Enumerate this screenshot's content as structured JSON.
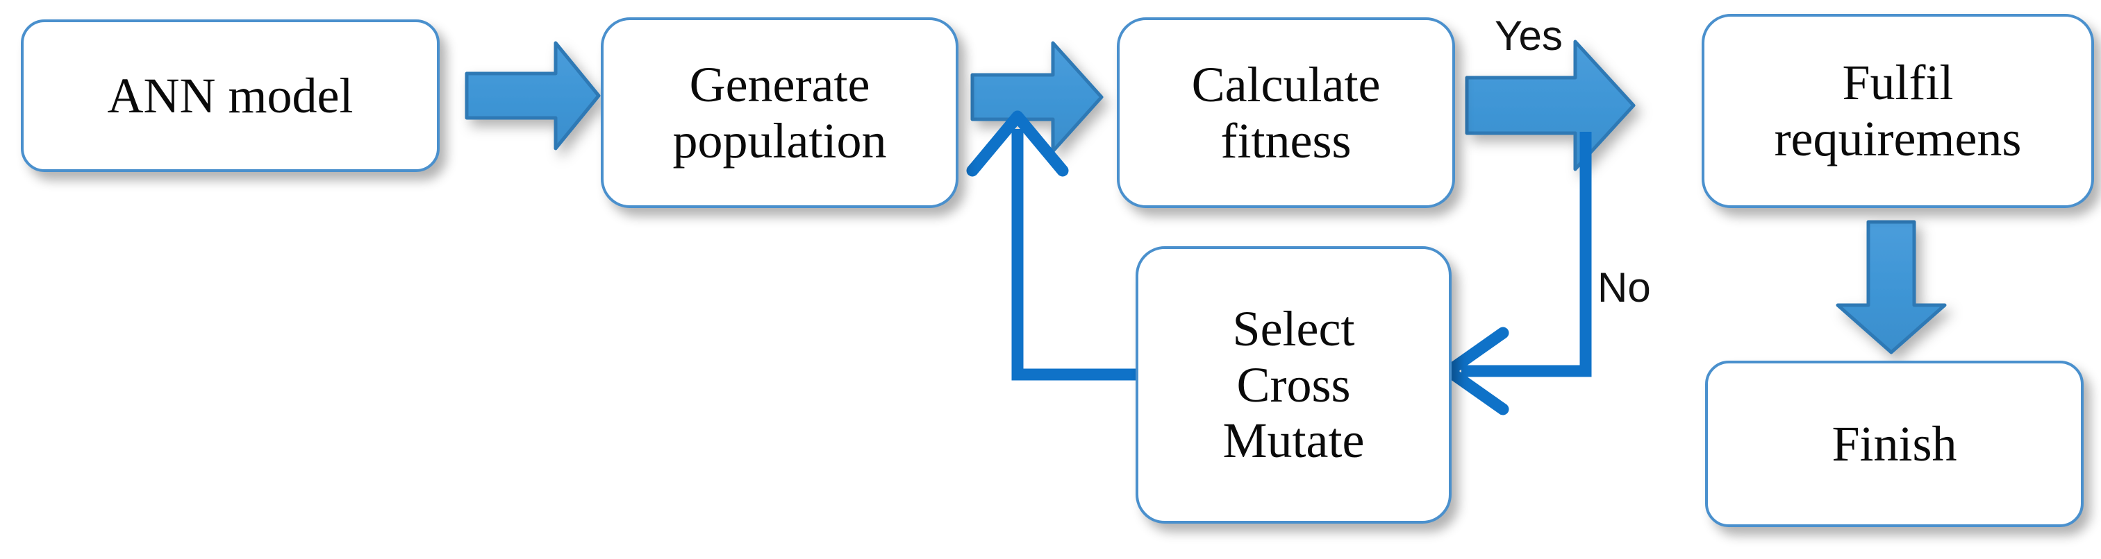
{
  "diagram": {
    "type": "flowchart",
    "title": "ANN model with genetic algorithm optimisation loop",
    "background_color": "#FFFFFF",
    "colors": {
      "node_border": "#4A90CD",
      "node_fill": "#FFFFFF",
      "block_arrow_fill": "#3E95D5",
      "block_arrow_stroke": "#2E79B5",
      "connector_line": "#0F72C8",
      "text": "#0A0A0A"
    }
  },
  "nodes": [
    {
      "id": "ann-model",
      "label": "ANN model",
      "shape": "rounded-rectangle"
    },
    {
      "id": "generate-population",
      "label": "Generate\npopulation",
      "shape": "rounded-rectangle"
    },
    {
      "id": "calculate-fitness",
      "label": "Calculate\nfitness",
      "shape": "rounded-rectangle"
    },
    {
      "id": "fulfil-requirements",
      "label": "Fulfil\nrequiremens",
      "shape": "rounded-rectangle"
    },
    {
      "id": "select-cross-mutate",
      "label": "Select\nCross\nMutate",
      "shape": "rounded-rectangle"
    },
    {
      "id": "finish",
      "label": "Finish",
      "shape": "rounded-rectangle"
    }
  ],
  "branch_labels": {
    "yes": "Yes",
    "no": "No"
  },
  "edges": [
    {
      "id": "ann-to-generate",
      "from": "ann-model",
      "to": "generate-population",
      "style": "block-arrow",
      "direction": "right",
      "label": ""
    },
    {
      "id": "generate-to-calculate",
      "from": "generate-population",
      "to": "calculate-fitness",
      "style": "block-arrow",
      "direction": "right",
      "label": ""
    },
    {
      "id": "calculate-to-fulfil",
      "from": "calculate-fitness",
      "to": "fulfil-requirements",
      "style": "block-arrow",
      "direction": "right",
      "label": "Yes"
    },
    {
      "id": "fulfil-to-finish",
      "from": "fulfil-requirements",
      "to": "finish",
      "style": "block-arrow",
      "direction": "down",
      "label": ""
    },
    {
      "id": "no-to-select",
      "from": "calculate-fitness",
      "to": "select-cross-mutate",
      "style": "thin-line",
      "direction": "down-left",
      "label": "No"
    },
    {
      "id": "select-to-calculate-loop",
      "from": "select-cross-mutate",
      "to": "calculate-fitness",
      "style": "thin-line",
      "direction": "left-up",
      "label": ""
    }
  ]
}
